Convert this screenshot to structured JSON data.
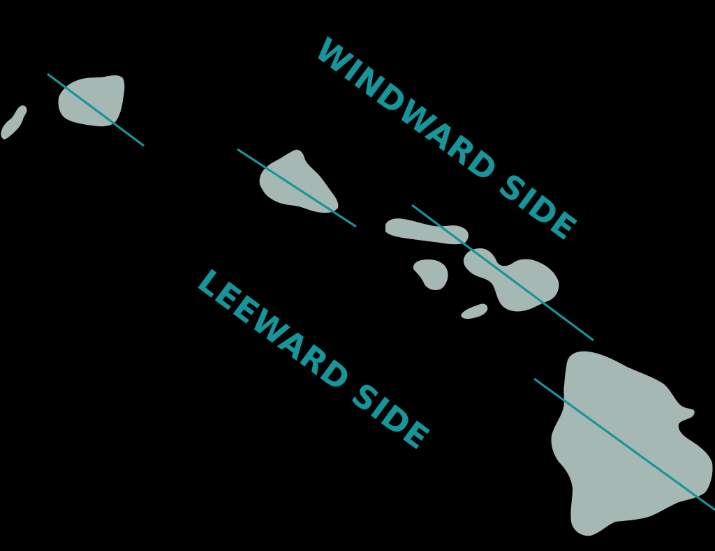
{
  "map": {
    "labels": {
      "windward": "WINDWARD SIDE",
      "leeward": "LEEWARD SIDE"
    },
    "islands": [
      "niihau",
      "kauai",
      "oahu",
      "molokai",
      "lanai",
      "maui",
      "kahoolawe",
      "hawaii"
    ],
    "colors": {
      "background": "#000000",
      "land": "#a6b8b3",
      "accent": "#16959a"
    }
  }
}
